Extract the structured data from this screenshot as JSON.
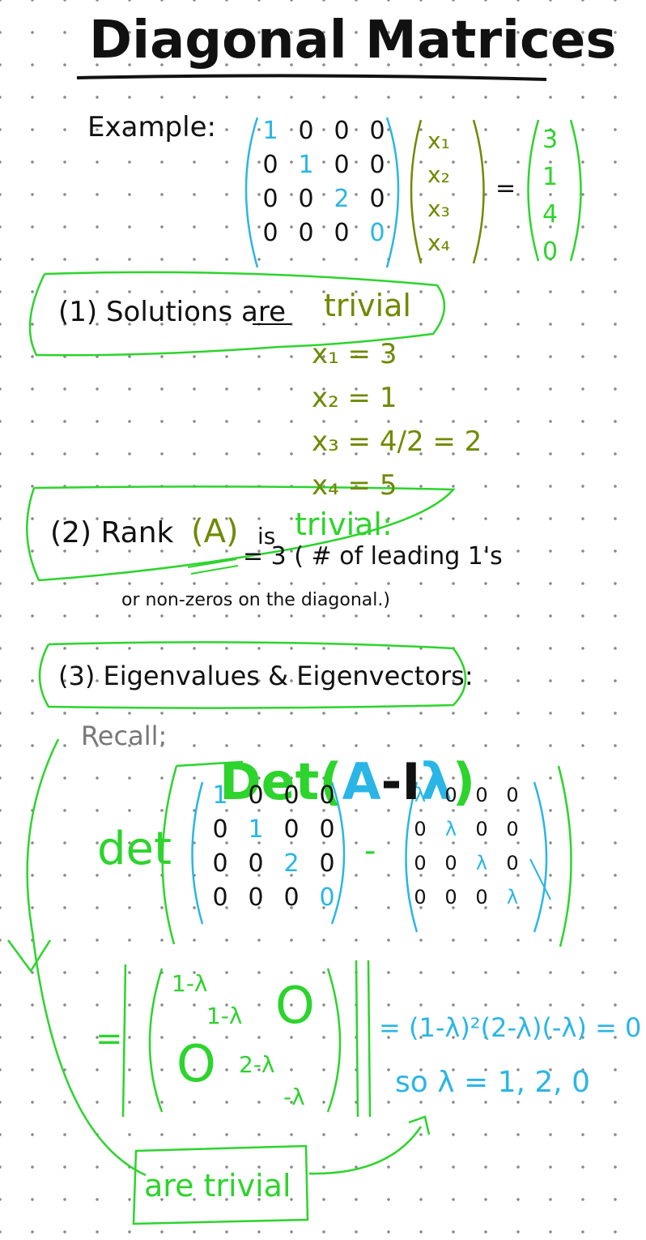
{
  "title": "Diagonal Matrices",
  "example": {
    "label": "Example:",
    "matrix": [
      [
        "1",
        "0",
        "0",
        "0"
      ],
      [
        "0",
        "1",
        "0",
        "0"
      ],
      [
        "0",
        "0",
        "2",
        "0"
      ],
      [
        "0",
        "0",
        "0",
        "0"
      ]
    ],
    "x_vector": [
      "x₁",
      "x₂",
      "x₃",
      "x₄"
    ],
    "equals": "=",
    "b_vector": [
      "3",
      "1",
      "4",
      "0"
    ]
  },
  "point1": {
    "text": "(1) Solutions are",
    "emph": "trivial",
    "solutions": [
      "x₁ = 3",
      "x₂ = 1",
      "x₃ = 4/2 = 2",
      "x₄ = 5"
    ]
  },
  "point2": {
    "text": "(2) Rank",
    "arg": "(A)",
    "is": "is",
    "emph": "trivial:",
    "line1": "= 3 ( # of leading 1's",
    "line2": "or non-zeros on the diagonal.)"
  },
  "point3": {
    "text": "(3) Eigenvalues & Eigenvectors:",
    "recall": "Recall:",
    "det_big": {
      "det": "Det",
      "open": "(",
      "a": "A",
      "minus": "-",
      "i": "I",
      "lambda": "λ",
      "close": ")"
    },
    "det_label": "det",
    "lambda_matrix": [
      [
        "λ",
        "0",
        "0",
        "0"
      ],
      [
        "0",
        "λ",
        "0",
        "0"
      ],
      [
        "0",
        "0",
        "λ",
        "0"
      ],
      [
        "0",
        "0",
        "0",
        "λ"
      ]
    ],
    "minus": "-",
    "equals": "=",
    "diag_entries": [
      "1-λ",
      "1-λ",
      "2-λ",
      "-λ"
    ],
    "zero_upper": "O",
    "zero_lower": "O",
    "char_poly": "= (1-λ)²(2-λ)(-λ) = 0",
    "so_roots": "so λ = 1, 2, 0",
    "are_trivial": "are trivial"
  },
  "colors": {
    "ink": "#111111",
    "blue": "#29b6e6",
    "green": "#2cd42c",
    "olive": "#6f8a00"
  }
}
